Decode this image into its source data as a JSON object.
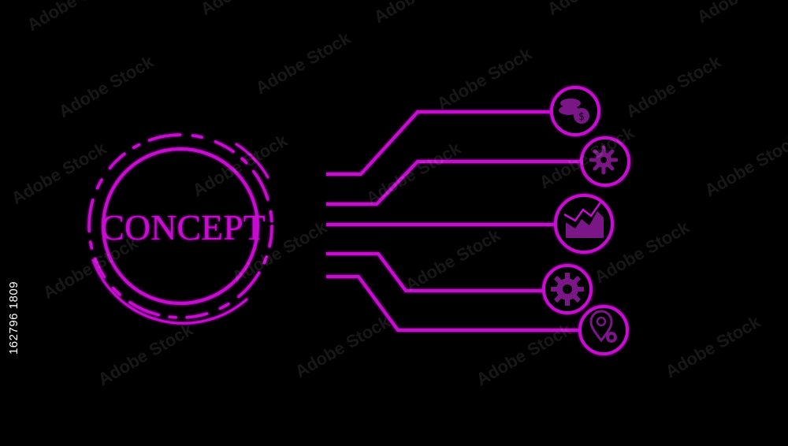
{
  "concept": {
    "label": "CONCEPT"
  },
  "branches": [
    {
      "id": "money",
      "icon": "money-coins-icon"
    },
    {
      "id": "settings",
      "icon": "gear-cog-icon"
    },
    {
      "id": "growth",
      "icon": "growth-chart-icon"
    },
    {
      "id": "engine",
      "icon": "engine-gear-icon"
    },
    {
      "id": "location",
      "icon": "location-pin-icon"
    }
  ],
  "watermark": {
    "text": "Adobe Stock",
    "stock_id": "162796 1809"
  },
  "colors": {
    "neon": "#c60fd0",
    "neon_glow": "#e040ea",
    "icon_fill": "#7a1386",
    "background": "#000000"
  }
}
